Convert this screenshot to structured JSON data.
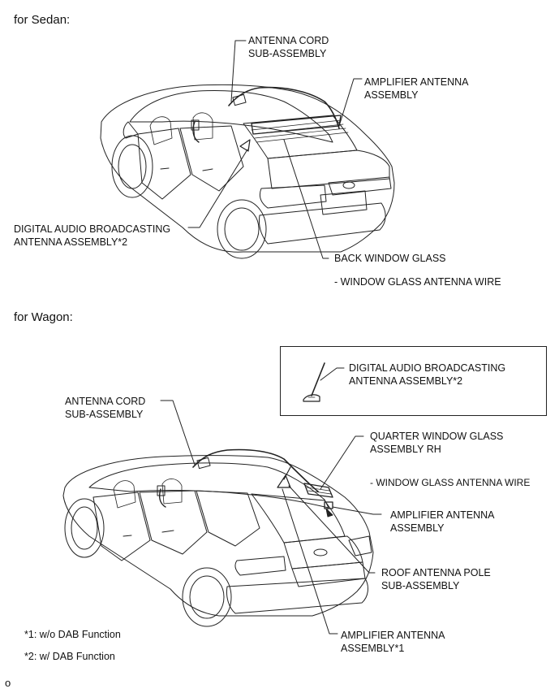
{
  "sedan": {
    "header": "for Sedan:",
    "antenna_cord": [
      "ANTENNA CORD",
      "SUB-ASSEMBLY"
    ],
    "amplifier_antenna": [
      "AMPLIFIER ANTENNA",
      "ASSEMBLY"
    ],
    "dab_antenna": [
      "DIGITAL AUDIO BROADCASTING",
      "ANTENNA ASSEMBLY*2"
    ],
    "back_window_glass": "BACK WINDOW GLASS",
    "window_glass_wire": "- WINDOW GLASS ANTENNA WIRE"
  },
  "wagon": {
    "header": "for Wagon:",
    "dab_antenna": [
      "DIGITAL AUDIO BROADCASTING",
      "ANTENNA ASSEMBLY*2"
    ],
    "antenna_cord": [
      "ANTENNA CORD",
      "SUB-ASSEMBLY"
    ],
    "quarter_window": [
      "QUARTER WINDOW GLASS",
      "ASSEMBLY RH"
    ],
    "window_glass_wire": "- WINDOW GLASS ANTENNA WIRE",
    "amplifier_antenna": [
      "AMPLIFIER ANTENNA",
      "ASSEMBLY"
    ],
    "roof_pole": [
      "ROOF ANTENNA POLE",
      "SUB-ASSEMBLY"
    ],
    "amplifier_antenna_1": [
      "AMPLIFIER ANTENNA",
      "ASSEMBLY*1"
    ]
  },
  "footnotes": [
    "*1: w/o DAB Function",
    "*2: w/ DAB Function"
  ],
  "corner_mark": "o"
}
